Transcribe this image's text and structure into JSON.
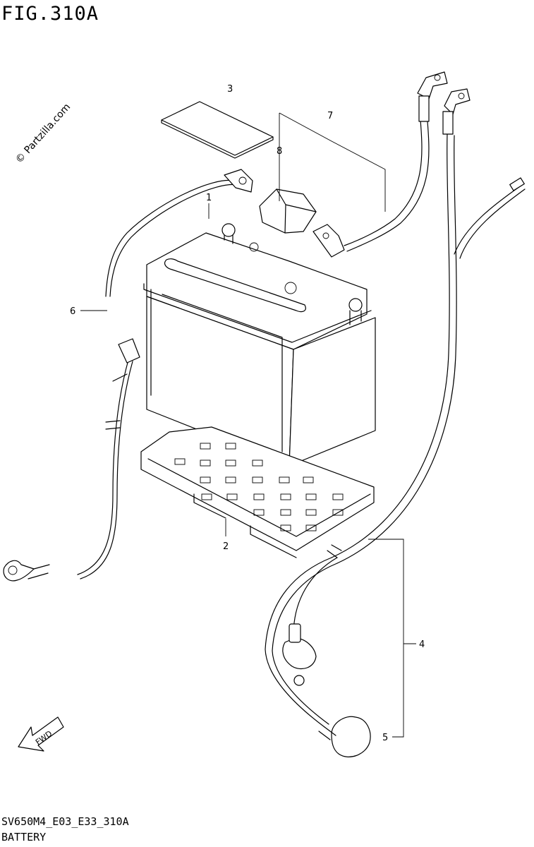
{
  "figure": {
    "title": "FIG.310A",
    "code": "SV650M4_E03_E33_310A",
    "caption": "BATTERY",
    "watermark": "© Partzilla.com",
    "fwd_label": "FWD"
  },
  "callouts": [
    {
      "id": "1",
      "label": "1"
    },
    {
      "id": "2",
      "label": "2"
    },
    {
      "id": "3",
      "label": "3"
    },
    {
      "id": "4",
      "label": "4"
    },
    {
      "id": "5",
      "label": "5"
    },
    {
      "id": "6",
      "label": "6"
    },
    {
      "id": "7",
      "label": "7"
    },
    {
      "id": "8",
      "label": "8"
    }
  ]
}
